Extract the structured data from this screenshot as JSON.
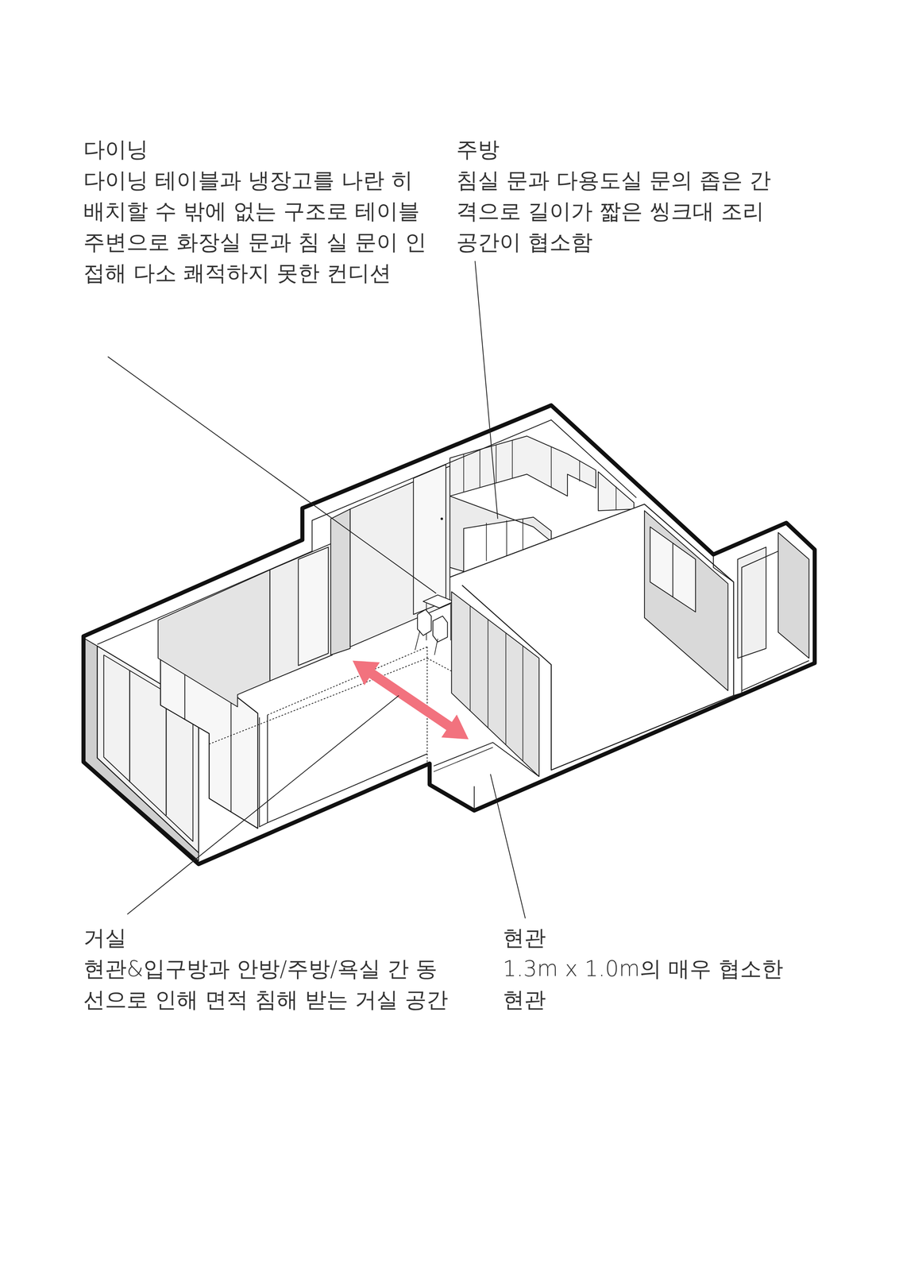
{
  "diagram": {
    "labels": [
      "다이닝",
      "다이닝 테이블과 냉장고를 나란 히 배치할 수 밖에 없는 구조로 테이블 주변으로 화장실 문과 침 실 문이 인접해 다소 쾌적하지 못한 컨디션",
      "주방",
      "침실 문과 다용도실 문의 좁은 간격으로 길이가 짧은 씽크대 조리 공간이 협소함",
      "거실",
      "현관&입구방과 안방/주방/욕실 간 동선으로 인해 면적 침해 받는 거실 공간",
      "현관",
      "1.3m x 1.0m의 매우 협소한 현관"
    ]
  }
}
